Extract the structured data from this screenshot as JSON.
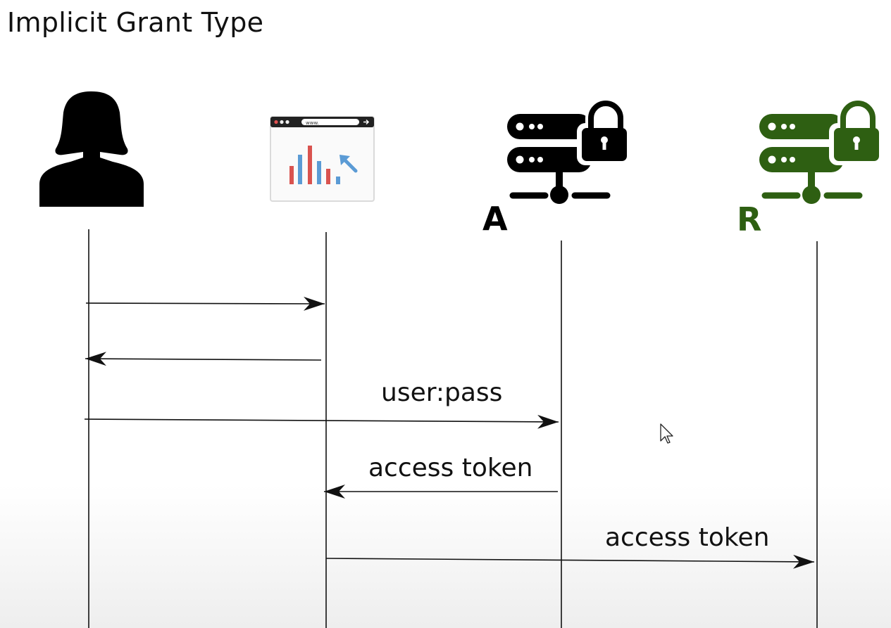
{
  "title": "Implicit Grant Type",
  "colors": {
    "auth_server": "#000000",
    "resource_server": "#2e5f12",
    "lifeline": "#111111",
    "chart_red": "#d9534f",
    "chart_blue": "#5b9bd5"
  },
  "participants": [
    {
      "id": "user",
      "icon": "user-silhouette-icon",
      "label": ""
    },
    {
      "id": "browser",
      "icon": "browser-window-icon",
      "url_text": "www.",
      "label": ""
    },
    {
      "id": "auth_server",
      "icon": "locked-server-icon",
      "label": "A"
    },
    {
      "id": "resource_server",
      "icon": "locked-server-icon",
      "label": "R"
    }
  ],
  "messages": [
    {
      "from": "user",
      "to": "browser",
      "label": ""
    },
    {
      "from": "browser",
      "to": "user",
      "label": ""
    },
    {
      "from": "user",
      "to": "auth_server",
      "label": "user:pass"
    },
    {
      "from": "auth_server",
      "to": "browser",
      "label": "access token"
    },
    {
      "from": "browser",
      "to": "resource_server",
      "label": "access token"
    }
  ]
}
